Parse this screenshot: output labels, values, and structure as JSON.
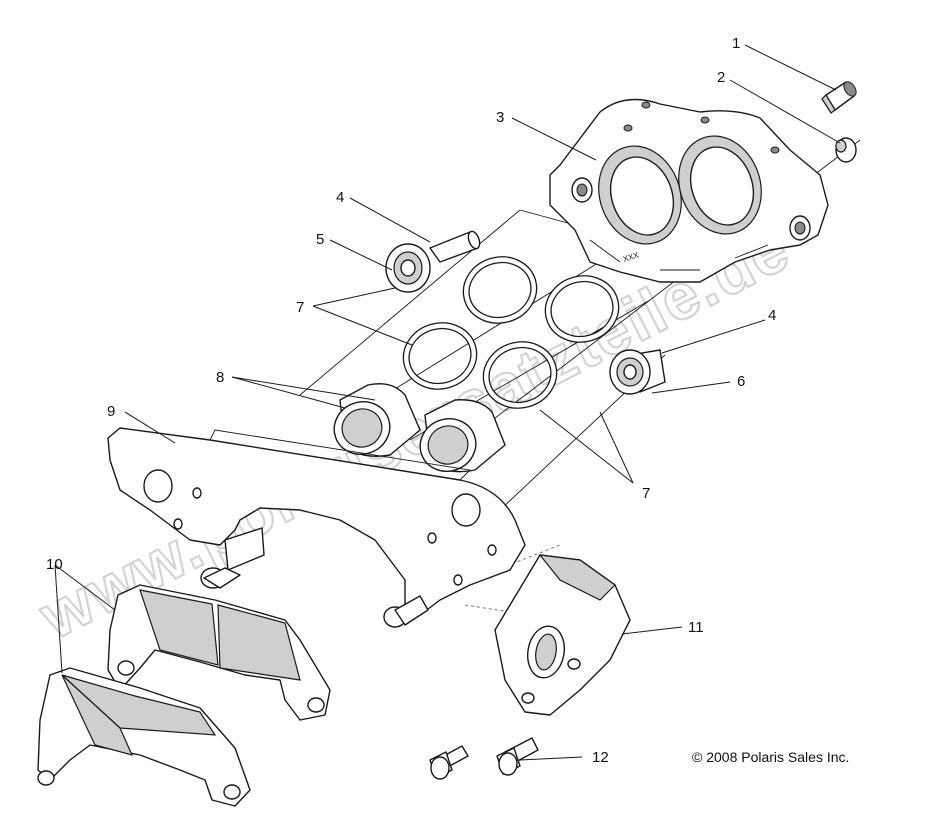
{
  "watermark": "www.polarisersatzteile.de",
  "copyright": "© 2008 Polaris Sales Inc.",
  "caliper_stamp": "XXX",
  "callouts": {
    "c1": "1",
    "c2": "2",
    "c3": "3",
    "c4a": "4",
    "c4b": "4",
    "c5": "5",
    "c6": "6",
    "c7a": "7",
    "c7b": "7",
    "c8": "8",
    "c9": "9",
    "c10": "10",
    "c11": "11",
    "c12": "12"
  }
}
